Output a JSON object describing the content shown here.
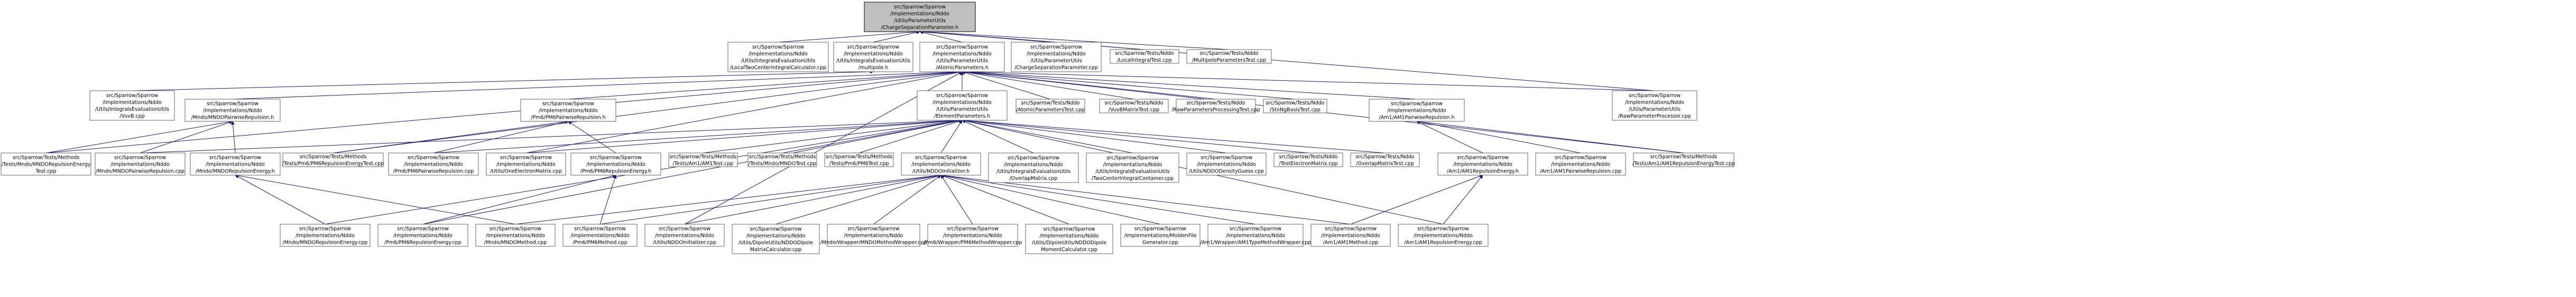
{
  "nodes": [
    {
      "id": "root",
      "lines": [
        "src/Sparrow/Sparrow",
        "/Implementations/Nddo",
        "/Utils/ParameterUtils",
        "/ChargeSeparationParameter.h"
      ]
    },
    {
      "id": "loc2c",
      "lines": [
        "src/Sparrow/Sparrow",
        "/Implementations/Nddo",
        "/Utils/IntegralsEvaluationUtils",
        "/LocalTwoCenterIntegralCalculator.cpp"
      ]
    },
    {
      "id": "multh",
      "lines": [
        "src/Sparrow/Sparrow",
        "/Implementations/Nddo",
        "/Utils/IntegralsEvaluationUtils",
        "/multipole.h"
      ]
    },
    {
      "id": "atomic",
      "lines": [
        "src/Sparrow/Sparrow",
        "/Implementations/Nddo",
        "/Utils/ParameterUtils",
        "/AtomicParameters.h"
      ]
    },
    {
      "id": "csp_cpp",
      "lines": [
        "src/Sparrow/Sparrow",
        "/Implementations/Nddo",
        "/Utils/ParameterUtils",
        "/ChargeSeparationParameter.cpp"
      ]
    },
    {
      "id": "localint",
      "lines": [
        "src/Sparrow/Tests/Nddo",
        "/LocalIntegralTest.cpp"
      ]
    },
    {
      "id": "multtest",
      "lines": [
        "src/Sparrow/Tests/Nddo",
        "/MultipoleParametersTest.cpp"
      ]
    },
    {
      "id": "vuvb",
      "lines": [
        "src/Sparrow/Sparrow",
        "/Implementations/Nddo",
        "/Utils/IntegralsEvaluationUtils",
        "/VuvB.cpp"
      ]
    },
    {
      "id": "mndo_rep_h",
      "lines": [
        "src/Sparrow/Sparrow",
        "/Implementations/Nddo",
        "/Mndo/MNDOPairwiseRepulsion.h"
      ]
    },
    {
      "id": "pm6_rep_h",
      "lines": [
        "src/Sparrow/Sparrow",
        "/Implementations/Nddo",
        "/Pm6/PM6PairwiseRepulsion.h"
      ]
    },
    {
      "id": "elemparam",
      "lines": [
        "src/Sparrow/Sparrow",
        "/Implementations/Nddo",
        "/Utils/ParameterUtils",
        "/ElementParameters.h"
      ]
    },
    {
      "id": "atomtest",
      "lines": [
        "src/Sparrow/Tests/Nddo",
        "/AtomicParametersTest.cpp"
      ]
    },
    {
      "id": "vuvbmat",
      "lines": [
        "src/Sparrow/Tests/Nddo",
        "/VuvBMatrixTest.cpp"
      ]
    },
    {
      "id": "rawproc_test",
      "lines": [
        "src/Sparrow/Tests/Nddo",
        "/RawParametersProcessingTest.cpp"
      ]
    },
    {
      "id": "stobasis",
      "lines": [
        "src/Sparrow/Tests/Nddo",
        "/StoNgBasisTest.cpp"
      ]
    },
    {
      "id": "am1_rep_h",
      "lines": [
        "src/Sparrow/Sparrow",
        "/Implementations/Nddo",
        "/Am1/AM1PairwiseRepulsion.h"
      ]
    },
    {
      "id": "rawproc",
      "lines": [
        "src/Sparrow/Sparrow",
        "/Implementations/Nddo",
        "/Utils/ParameterUtils",
        "/RawParameterProcessor.cpp"
      ]
    },
    {
      "id": "mndo_rep_energy_test",
      "lines": [
        "src/Sparrow/Tests/Methods",
        "/Tests/Mndo/MNDORepulsionEnergy",
        "Test.cpp"
      ]
    },
    {
      "id": "mndo_rep_cpp",
      "lines": [
        "src/Sparrow/Sparrow",
        "/Implementations/Nddo",
        "/Mndo/MNDOPairwiseRepulsion.cpp"
      ]
    },
    {
      "id": "mndo_rep_energy_h",
      "lines": [
        "src/Sparrow/Sparrow",
        "/Implementations/Nddo",
        "/Mndo/MNDORepulsionEnergy.h"
      ]
    },
    {
      "id": "pm6_rep_energy_test",
      "lines": [
        "src/Sparrow/Tests/Methods",
        "/Tests/Pm6/PM6RepulsionEnergyTest.cpp"
      ]
    },
    {
      "id": "pm6_rep_cpp",
      "lines": [
        "src/Sparrow/Sparrow",
        "/Implementations/Nddo",
        "/Pm6/PM6PairwiseRepulsion.cpp"
      ]
    },
    {
      "id": "oneelec",
      "lines": [
        "src/Sparrow/Sparrow",
        "/Implementations/Nddo",
        "/Utils/OneElectronMatrix.cpp"
      ]
    },
    {
      "id": "pm6_rep_energy_h",
      "lines": [
        "src/Sparrow/Sparrow",
        "/Implementations/Nddo",
        "/Pm6/PM6RepulsionEnergy.h"
      ]
    },
    {
      "id": "am1test",
      "lines": [
        "src/Sparrow/Tests/Methods",
        "/Tests/Am1/AM1Test.cpp"
      ]
    },
    {
      "id": "mndotest",
      "lines": [
        "src/Sparrow/Tests/Methods",
        "/Tests/Mndo/MNDOTest.cpp"
      ]
    },
    {
      "id": "pm6test",
      "lines": [
        "src/Sparrow/Tests/Methods",
        "/Tests/Pm6/PM6Test.cpp"
      ]
    },
    {
      "id": "nddoinit_h",
      "lines": [
        "src/Sparrow/Sparrow",
        "/Implementations/Nddo",
        "/Utils/NDDOInitializer.h"
      ]
    },
    {
      "id": "overlapmatrix",
      "lines": [
        "src/Sparrow/Sparrow",
        "/Implementations/Nddo",
        "/Utils/IntegralsEvaluationUtils",
        "/OverlapMatrix.cpp"
      ]
    },
    {
      "id": "twocenter",
      "lines": [
        "src/Sparrow/Sparrow",
        "/Implementations/Nddo",
        "/Utils/IntegralsEvaluationUtils",
        "/TwoCenterIntegralContainer.cpp"
      ]
    },
    {
      "id": "densityguess",
      "lines": [
        "src/Sparrow/Sparrow",
        "/Implementations/Nddo",
        "/Utils/NDDODensityGuess.cpp"
      ]
    },
    {
      "id": "testelec",
      "lines": [
        "src/Sparrow/Tests/Nddo",
        "/TestElectronMatrix.cpp"
      ]
    },
    {
      "id": "overlaptest",
      "lines": [
        "src/Sparrow/Tests/Nddo",
        "/OverlapMatrixTest.cpp"
      ]
    },
    {
      "id": "am1_rep_energy_h",
      "lines": [
        "src/Sparrow/Sparrow",
        "/Implementations/Nddo",
        "/Am1/AM1RepulsionEnergy.h"
      ]
    },
    {
      "id": "am1_rep_cpp",
      "lines": [
        "src/Sparrow/Sparrow",
        "/Implementations/Nddo",
        "/Am1/AM1PairwiseRepulsion.cpp"
      ]
    },
    {
      "id": "am1_rep_energy_test",
      "lines": [
        "src/Sparrow/Tests/Methods",
        "/Tests/Am1/AM1RepulsionEnergyTest.cpp"
      ]
    },
    {
      "id": "mndo_rep_energy_cpp",
      "lines": [
        "src/Sparrow/Sparrow",
        "/Implementations/Nddo",
        "/Mndo/MNDORepulsionEnergy.cpp"
      ]
    },
    {
      "id": "pm6_rep_energy_cpp",
      "lines": [
        "src/Sparrow/Sparrow",
        "/Implementations/Nddo",
        "/Pm6/PM6RepulsionEnergy.cpp"
      ]
    },
    {
      "id": "mndomethod",
      "lines": [
        "src/Sparrow/Sparrow",
        "/Implementations/Nddo",
        "/Mndo/MNDOMethod.cpp"
      ]
    },
    {
      "id": "pm6method",
      "lines": [
        "src/Sparrow/Sparrow",
        "/Implementations/Nddo",
        "/Pm6/PM6Method.cpp"
      ]
    },
    {
      "id": "nddoinit_cpp",
      "lines": [
        "src/Sparrow/Sparrow",
        "/Implementations/Nddo",
        "/Utils/NDDOInitializer.cpp"
      ]
    },
    {
      "id": "dipoleutil",
      "lines": [
        "src/Sparrow/Sparrow",
        "/Implementations/Nddo",
        "/Utils/DipoleUtils/NDDODipole",
        "MatrixCalculator.cpp"
      ]
    },
    {
      "id": "mndowrapper",
      "lines": [
        "src/Sparrow/Sparrow",
        "/Implementations/Nddo",
        "/Mndo/Wrapper/MNDOMethodWrapper.cpp"
      ]
    },
    {
      "id": "pm6wrapper",
      "lines": [
        "src/Sparrow/Sparrow",
        "/Implementations/Nddo",
        "/Pm6/Wrapper/PM6MethodWrapper.cpp"
      ]
    },
    {
      "id": "dipolemoment",
      "lines": [
        "src/Sparrow/Sparrow",
        "/Implementations/Nddo",
        "/Utils/DipoleUtils/NDDODipole",
        "MomentCalculator.cpp"
      ]
    },
    {
      "id": "moldenfile",
      "lines": [
        "src/Sparrow/Sparrow",
        "/Implementations/MoldenFile",
        "Generator.cpp"
      ]
    },
    {
      "id": "am1wrapper",
      "lines": [
        "src/Sparrow/Sparrow",
        "/Implementations/Nddo",
        "/Am1/Wrapper/AM1TypeMethodWrapper.cpp"
      ]
    },
    {
      "id": "am1method",
      "lines": [
        "src/Sparrow/Sparrow",
        "/Implementations/Nddo",
        "/Am1/AM1Method.cpp"
      ]
    },
    {
      "id": "am1_rep_energy_cpp",
      "lines": [
        "src/Sparrow/Sparrow",
        "/Implementations/Nddo",
        "/Am1/AM1RepulsionEnergy.cpp"
      ]
    }
  ]
}
